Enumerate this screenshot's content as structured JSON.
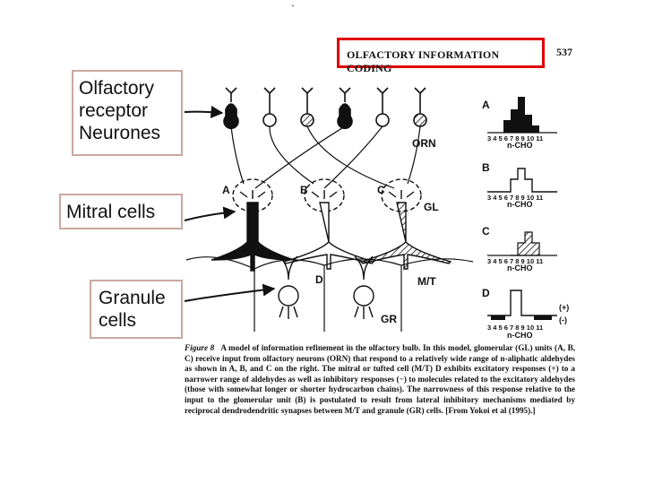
{
  "labels": {
    "orn_box": [
      "Olfactory",
      "receptor",
      "Neurones"
    ],
    "mitral_box": "Mitral cells",
    "granule_box": [
      "Granule",
      "cells"
    ]
  },
  "header": {
    "title": "OLFACTORY INFORMATION CODING",
    "page_number": "537",
    "top_mark": "`"
  },
  "diagram": {
    "glom_labels": [
      "A",
      "B",
      "C"
    ],
    "cell_labels": {
      "orn": "ORN",
      "gl": "GL",
      "d": "D",
      "mt": "M/T",
      "gr": "GR"
    }
  },
  "histograms": {
    "panels": [
      "A",
      "B",
      "C",
      "D"
    ],
    "axis_ticks": "3 4 5 6 7 8 9 10 11",
    "axis_label": "n-CHO",
    "plus_label": "(+)",
    "minus_label": "(-)"
  },
  "caption": {
    "figure_label": "Figure 8",
    "text": "A model of information refinement in the olfactory bulb. In this model, glomerular (GL) units (A, B, C) receive input from olfactory neurons (ORN) that respond to a relatively wide range of n-aliphatic aldehydes as shown in A, B, and C on the right. The mitral or tufted cell (M/T) D exhibits excitatory responses (+) to a narrower range of aldehydes as well as inhibitory responses (−) to molecules related to the excitatory aldehydes (those with somewhat longer or shorter hydrocarbon chains). The narrowness of this response relative to the input to the glomerular unit (B) is postulated to result from lateral inhibitory mechanisms mediated by reciprocal dendrodendritic synapses between M/T and granule (GR) cells. [From Yokoi et al (1995).]"
  },
  "colors": {
    "title_border": "#e00000",
    "label_border": "#c9a8a0",
    "ink": "#111111"
  }
}
